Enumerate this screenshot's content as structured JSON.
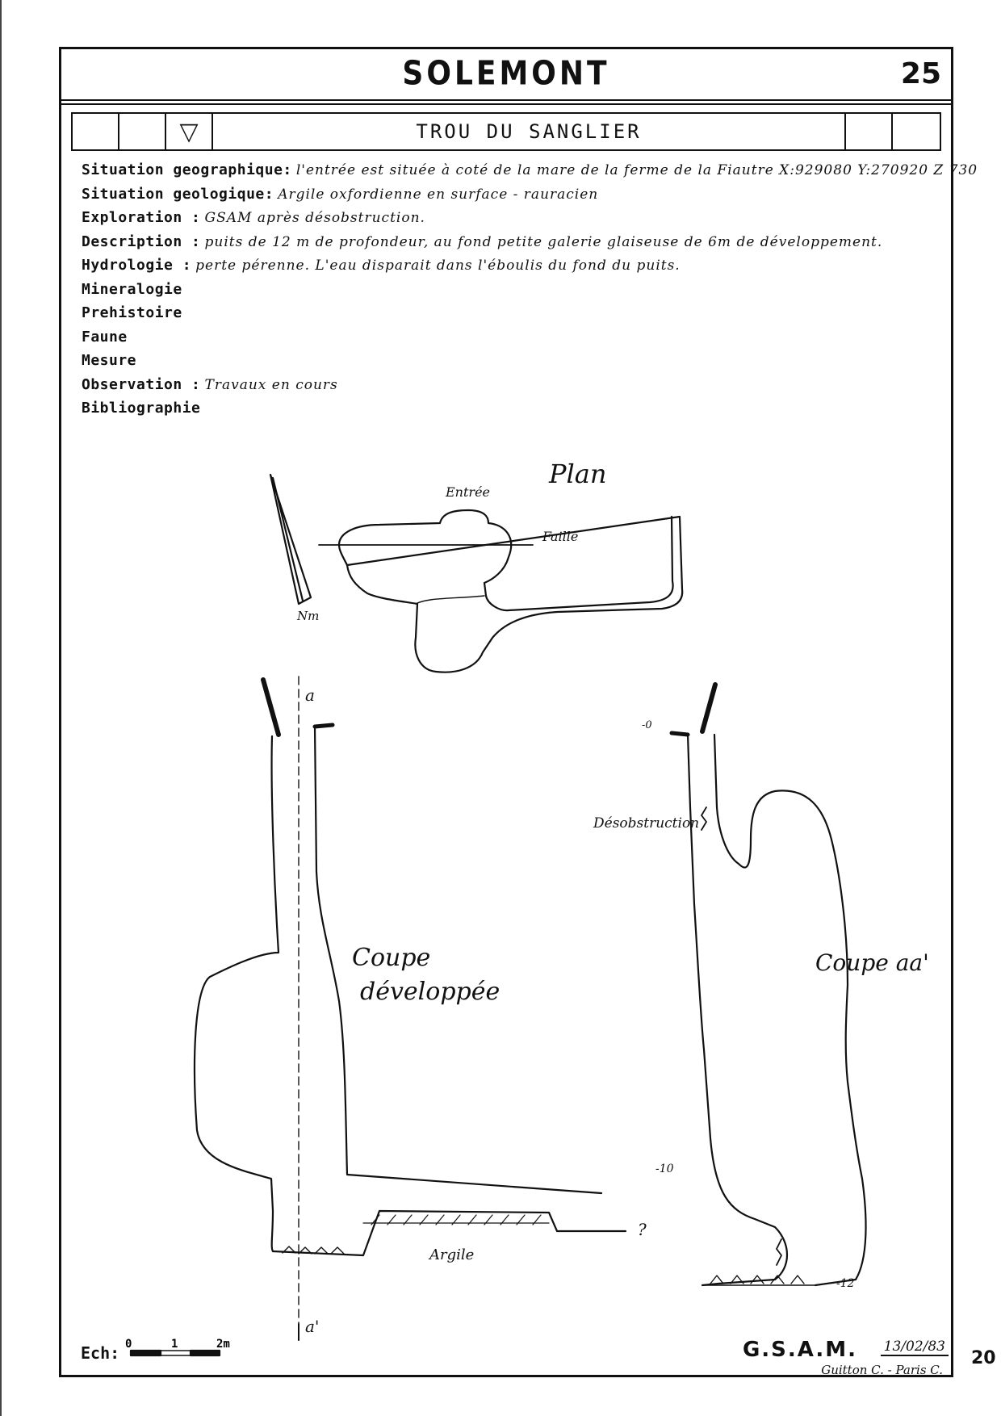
{
  "header": {
    "commune": "SOLEMONT",
    "sheet_number": "25"
  },
  "cave": {
    "type_symbol": "▽",
    "name": "TROU DU SANGLIER"
  },
  "fields": [
    {
      "label": "Situation geographique",
      "sep": ":",
      "value": "l'entrée est située à coté de la mare de la ferme de la Fiautre X:929080 Y:270920 Z 730"
    },
    {
      "label": "Situation geologique",
      "sep": ":",
      "value": "Argile oxfordienne en surface - rauracien"
    },
    {
      "label": "Exploration",
      "sep": " :",
      "value": " GSAM après désobstruction."
    },
    {
      "label": "Description",
      "sep": " :",
      "value": " puits de 12 m de profondeur, au fond petite galerie glaiseuse de 6m de développement."
    },
    {
      "label": "Hydrologie",
      "sep": " :",
      "value": " perte pérenne. L'eau disparait dans l'éboulis du fond du puits."
    },
    {
      "label": "Mineralogie",
      "sep": "",
      "value": ""
    },
    {
      "label": "Prehistoire",
      "sep": "",
      "value": ""
    },
    {
      "label": "Faune",
      "sep": "",
      "value": ""
    },
    {
      "label": "Mesure",
      "sep": "",
      "value": ""
    },
    {
      "label": "Observation",
      "sep": " :",
      "value": "Travaux en cours"
    },
    {
      "label": "Bibliographie",
      "sep": "",
      "value": ""
    }
  ],
  "plan": {
    "title": "Plan",
    "entrance": "Entrée",
    "fault": "Faille",
    "north": "Nm"
  },
  "section_dev": {
    "title_line1": "Coupe",
    "title_line2": "développée",
    "top_mark": "a",
    "bottom_mark": "a'",
    "clay": "Argile",
    "unknown": "?"
  },
  "section_aa": {
    "title": "Coupe aa'",
    "depth_top": "-0",
    "depth_mid": "-10",
    "depth_bottom": "-12",
    "note": "Désobstruction"
  },
  "footer": {
    "scale_label": "Ech",
    "scale_ticks": [
      "0",
      "1",
      "2m"
    ],
    "org": "G.S.A.M.",
    "date": "13/02/83",
    "authors": "Guitton C. - Paris C.",
    "page_edge": "20"
  }
}
